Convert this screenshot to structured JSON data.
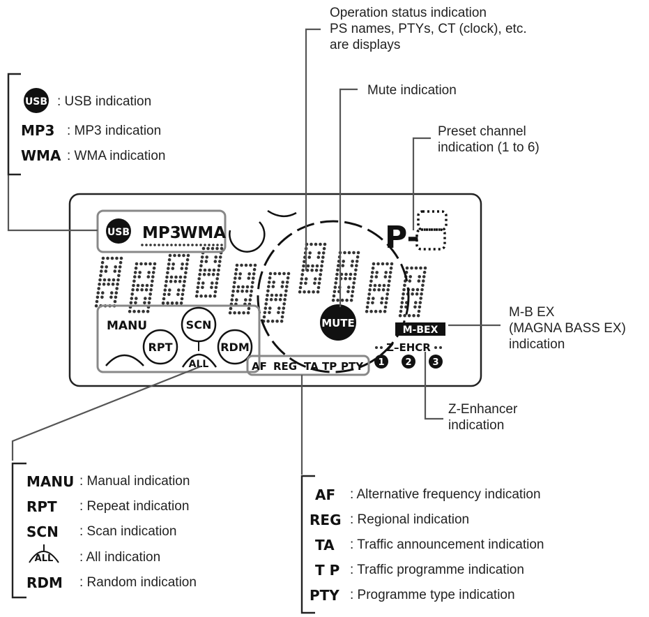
{
  "callouts": {
    "operation_status": [
      "Operation status indication",
      "PS names, PTYs, CT (clock), etc.",
      "are displays"
    ],
    "mute": "Mute indication",
    "preset": [
      "Preset channel",
      "indication (1 to 6)"
    ],
    "mbex": [
      "M-B EX",
      "(MAGNA BASS EX)",
      "indication"
    ],
    "zenh": [
      "Z-Enhancer",
      "indication"
    ]
  },
  "legend_media": [
    {
      "code": "USB",
      "desc": ": USB indication"
    },
    {
      "code": "MP3",
      "desc": ": MP3 indication"
    },
    {
      "code": "WMA",
      "desc": ": WMA indication"
    }
  ],
  "legend_modes": [
    {
      "code": "MANU",
      "desc": ": Manual indication"
    },
    {
      "code": "RPT",
      "desc": ": Repeat indication"
    },
    {
      "code": "SCN",
      "desc": ": Scan indication"
    },
    {
      "code": "ALL",
      "desc": ": All indication"
    },
    {
      "code": "RDM",
      "desc": ": Random indication"
    }
  ],
  "legend_rds": [
    {
      "code": "AF",
      "desc": ": Alternative frequency indication"
    },
    {
      "code": "REG",
      "desc": ": Regional indication"
    },
    {
      "code": "TA",
      "desc": ": Traffic announcement indication"
    },
    {
      "code": "T P",
      "desc": ": Traffic programme indication"
    },
    {
      "code": "PTY",
      "desc": ": Programme type indication"
    }
  ],
  "display": {
    "usb": "USB",
    "mp3": "MP3",
    "wma": "WMA",
    "preset_prefix": "P-",
    "manu": "MANU",
    "scn": "SCN",
    "rpt": "RPT",
    "rdm": "RDM",
    "all": "ALL",
    "mute": "MUTE",
    "mbex": "M-BEX",
    "zenh": "Z–EHCR",
    "zenh_levels": [
      "1",
      "2",
      "3"
    ],
    "rds": [
      "AF",
      "REG",
      "TA",
      "TP",
      "PTY"
    ]
  }
}
